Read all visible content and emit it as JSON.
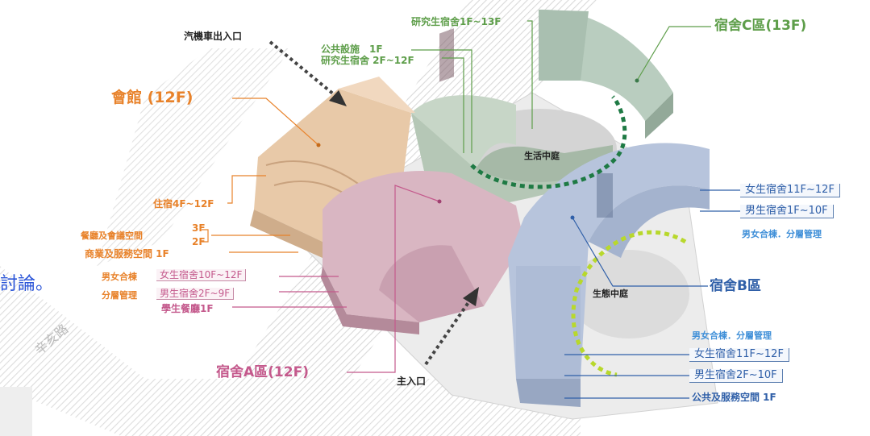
{
  "colors": {
    "orange": "#e8822a",
    "green": "#5e9e4a",
    "blue": "#2f5fa8",
    "pink": "#c4598c",
    "dark": "#222222",
    "hall_fill": "#e8c9a8",
    "dorm_a_fill": "#d9b6c2",
    "dorm_b_fill": "#b7c4dc",
    "dorm_c_fill": "#b9cdbf",
    "dot_green": "#1e7a44",
    "dot_yellow": "#b8d82c"
  },
  "labels": {
    "vehicle_entrance": "汽機車出入口",
    "public_facility": "公共設施　1F",
    "grad_dorm_low": "研究生宿舍 2F~12F",
    "grad_dorm_high": "研究生宿舍1F~13F",
    "dorm_c": "宿舍C區(13F)",
    "hall": "會館 (12F)",
    "living_court": "生活中庭",
    "lodging": "住宿4F~12F",
    "dining_3f": "3F",
    "dining": "餐廳及會議空間",
    "dining_2f": "2F",
    "commerce": "商業及服務空間 1F",
    "coed_a_1": "男女合棟",
    "coed_a_2": "分層管理",
    "female_a": "女生宿舍10F~12F",
    "male_a": "男生宿舍2F~9F",
    "student_dining": "學生餐廳1F",
    "dorm_a": "宿舍A區(12F)",
    "main_entrance": "主入口",
    "eco_court": "生態中庭",
    "dorm_b": "宿舍B區",
    "female_b_top": "女生宿舍11F~12F",
    "male_b_top": "男生宿舍1F~10F",
    "coed_b_top": "男女合棟．分層管理",
    "coed_b_low": "男女合棟．分層管理",
    "female_b_low": "女生宿舍11F~12F",
    "male_b_low": "男生宿舍2F~10F",
    "public_service": "公共及服務空間 1F",
    "road": "辛亥路",
    "fragment": "討論。"
  }
}
